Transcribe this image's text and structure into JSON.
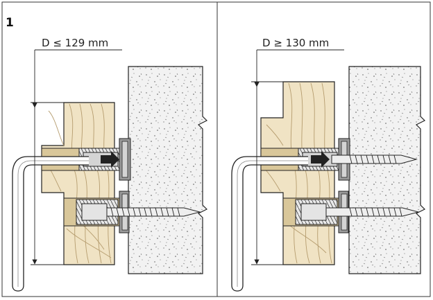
{
  "figure": {
    "step_number": "1",
    "panels": [
      {
        "id": "left",
        "dimension_label": "D ≤ 129 mm"
      },
      {
        "id": "right",
        "dimension_label": "D ≥ 130 mm"
      }
    ]
  },
  "colors": {
    "frame": "#333333",
    "line": "#222222",
    "wood": "#f0e3c4",
    "wood_grain": "#b59c6e",
    "wood_band": "#d9c79a",
    "concrete": "#f2f2f2",
    "speckle": "#444444",
    "metal": "#d4d4d4",
    "metal_dark": "#9a9a9a",
    "arrow": "#222222"
  },
  "icons": [
    "hex-key-icon",
    "arrow-right-icon",
    "screw-icon",
    "dimension-arrow-icon"
  ]
}
